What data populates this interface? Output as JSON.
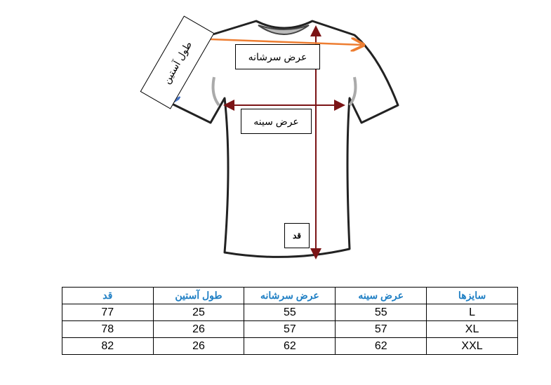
{
  "labels": {
    "shoulder_width": "عرض سرشانه",
    "chest_width": "عرض سینه",
    "height": "قد",
    "sleeve_length": "طول آستین"
  },
  "colors": {
    "shoulder_arrow": "#ed7d31",
    "sleeve_arrow": "#4472c4",
    "measure_arrow": "#7b1416",
    "header_text": "#1f7fc4"
  },
  "table": {
    "headers": [
      "قد",
      "طول آستین",
      "عرض سرشانه",
      "عرض سینه",
      "سایزها"
    ],
    "rows": [
      [
        "77",
        "25",
        "55",
        "55",
        "L"
      ],
      [
        "78",
        "26",
        "57",
        "57",
        "XL"
      ],
      [
        "82",
        "26",
        "62",
        "62",
        "XXL"
      ]
    ]
  }
}
